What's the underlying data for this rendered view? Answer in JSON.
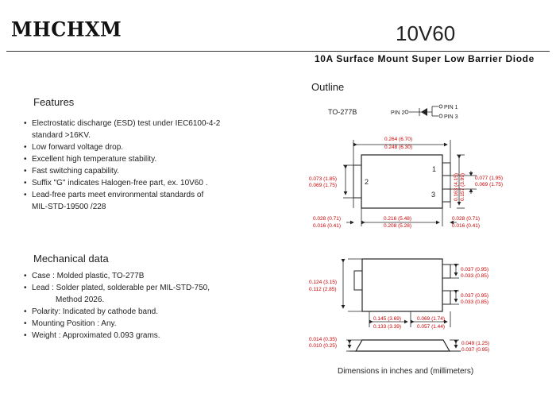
{
  "header": {
    "logo": "MHCHXM",
    "part_number": "10V60",
    "subtitle": "10A Surface Mount Super Low Barrier Diode"
  },
  "features": {
    "title": "Features",
    "items": [
      {
        "line1": "Electrostatic discharge (ESD) test under IEC6100-4-2",
        "line2": "standard >16KV."
      },
      {
        "line1": "Low forward voltage drop.",
        "line2": ""
      },
      {
        "line1": "Excellent high temperature stability.",
        "line2": ""
      },
      {
        "line1": "Fast switching capability.",
        "line2": ""
      },
      {
        "line1": "Suffix \"G\" indicates Halogen-free part, ex. 10V60 .",
        "line2": ""
      },
      {
        "line1": "Lead-free parts meet environmental standards of",
        "line2": "MIL-STD-19500 /228"
      }
    ]
  },
  "mechanical": {
    "title": "Mechanical data",
    "items": [
      {
        "line1": "Case : Molded plastic, TO-277B",
        "line2": ""
      },
      {
        "line1": "Lead : Solder plated, solderable per MIL-STD-750,",
        "line2": "Method 2026."
      },
      {
        "line1": "Polarity: Indicated by cathode band.",
        "line2": ""
      },
      {
        "line1": "Mounting Position : Any.",
        "line2": ""
      },
      {
        "line1": "Weight : Approximated 0.093 grams.",
        "line2": ""
      }
    ]
  },
  "outline": {
    "title": "Outline",
    "package": "TO-277B",
    "pin_labels": {
      "pin2": "PIN 2",
      "pin1": "PIN 1",
      "pin3": "PIN 3"
    },
    "dims": {
      "top_width_a": "0.264 (6.70)",
      "top_width_b": "0.248 (6.30)",
      "left_a": "0.073 (1.85)",
      "left_b": "0.069 (1.75)",
      "inner_height_a": "0.163 (4.15)",
      "inner_height_b": "0.157 (3.99)",
      "right_a": "0.077 (1.95)",
      "right_b": "0.069 (1.75)",
      "lead_left_a": "0.028 (0.71)",
      "lead_left_b": "0.016 (0.41)",
      "mid_width_a": "0.216 (5.48)",
      "mid_width_b": "0.208 (5.28)",
      "lead_right_a": "0.028 (0.71)",
      "lead_right_b": "0.016 (0.41)",
      "height_a": "0.124 (3.15)",
      "height_b": "0.112 (2.85)",
      "pad1_a": "0.037 (0.95)",
      "pad1_b": "0.033 (0.85)",
      "pad2_a": "0.037 (0.95)",
      "pad2_b": "0.033 (0.85)",
      "pad_w_a": "0.145 (3.69)",
      "pad_w_b": "0.133 (3.39)",
      "pad_r_a": "0.069 (1.74)",
      "pad_r_b": "0.057 (1.44)",
      "side_t_a": "0.014 (0.35)",
      "side_t_b": "0.010 (0.25)",
      "side_h_a": "0.049 (1.25)",
      "side_h_b": "0.037 (0.95)"
    },
    "pins": {
      "p1": "1",
      "p2": "2",
      "p3": "3"
    },
    "caption": "Dimensions in inches and (millimeters)"
  },
  "colors": {
    "dimension_text": "#cc0000",
    "line": "#222222"
  }
}
